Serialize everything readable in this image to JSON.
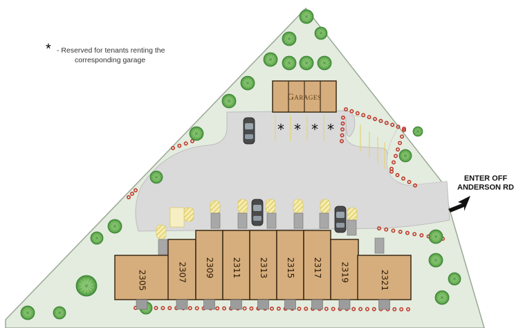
{
  "legend": {
    "symbol": "*",
    "line1": "- Reserved for tenants renting the",
    "line2": "corresponding garage"
  },
  "garages": {
    "label": "Garages",
    "count": 4,
    "reserved_marker": "*"
  },
  "entrance": {
    "line1": "ENTER OFF",
    "line2": "ANDERSON RD"
  },
  "units": [
    "2305",
    "2307",
    "2309",
    "2311",
    "2313",
    "2315",
    "2317",
    "2319",
    "2321"
  ],
  "colors": {
    "lawn": "#e3ecdf",
    "lawn_edge": "#9aa896",
    "pavement": "#dadada",
    "building": "#d6ad7c",
    "building_edge": "#3b2a14",
    "hedge": "#c0392b",
    "parking_stripe": "#e6d36b",
    "car": "#4a4a4a"
  },
  "icons": [
    "asterisk-icon",
    "arrow-icon",
    "car-icon",
    "tree-icon",
    "shrub-icon"
  ]
}
